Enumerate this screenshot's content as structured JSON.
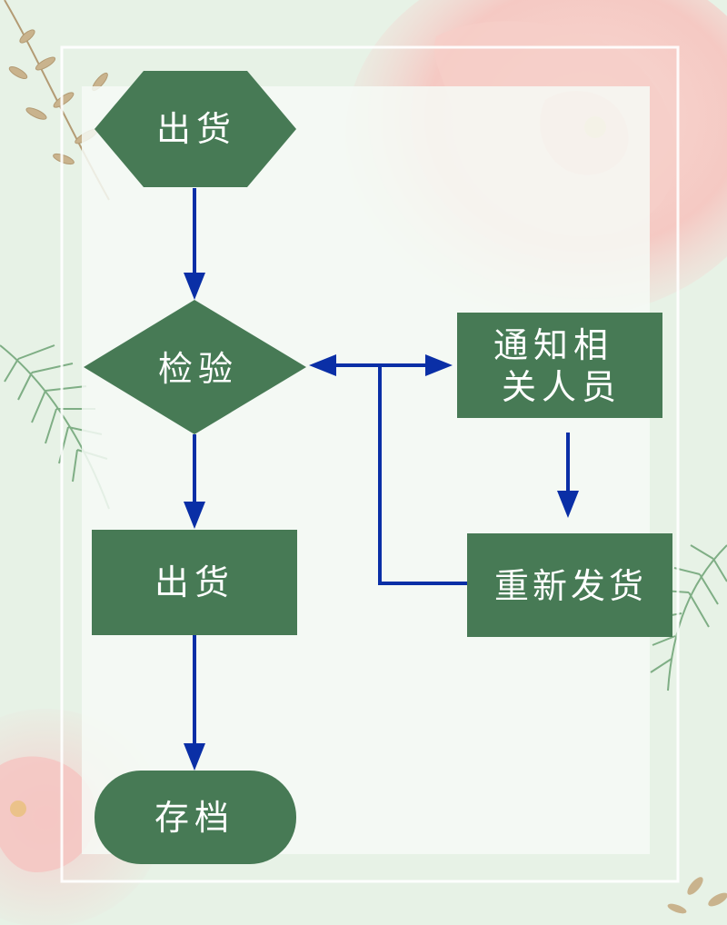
{
  "colors": {
    "node_fill": "#477a55",
    "node_text": "#ffffff",
    "edge": "#0a2fa6",
    "background": "#e7f2e6",
    "panel": "#f6faf6"
  },
  "nodes": {
    "start": {
      "shape": "hexagon",
      "lines": [
        "出货"
      ]
    },
    "inspect": {
      "shape": "diamond",
      "lines": [
        "检验"
      ]
    },
    "ship": {
      "shape": "rectangle",
      "lines": [
        "出货"
      ]
    },
    "archive": {
      "shape": "rounded-terminal",
      "lines": [
        "存档"
      ]
    },
    "notify": {
      "shape": "rectangle",
      "lines": [
        "通知相",
        "关人员"
      ]
    },
    "reship": {
      "shape": "rectangle",
      "lines": [
        "重新发货"
      ]
    }
  },
  "edges": [
    {
      "from": "start",
      "to": "inspect"
    },
    {
      "from": "inspect",
      "to": "ship"
    },
    {
      "from": "ship",
      "to": "archive"
    },
    {
      "from": "inspect",
      "to": "notify",
      "bidirectional": true
    },
    {
      "from": "notify",
      "to": "reship"
    },
    {
      "from": "reship",
      "to": "inspect",
      "joins": "inspect-notify"
    }
  ]
}
